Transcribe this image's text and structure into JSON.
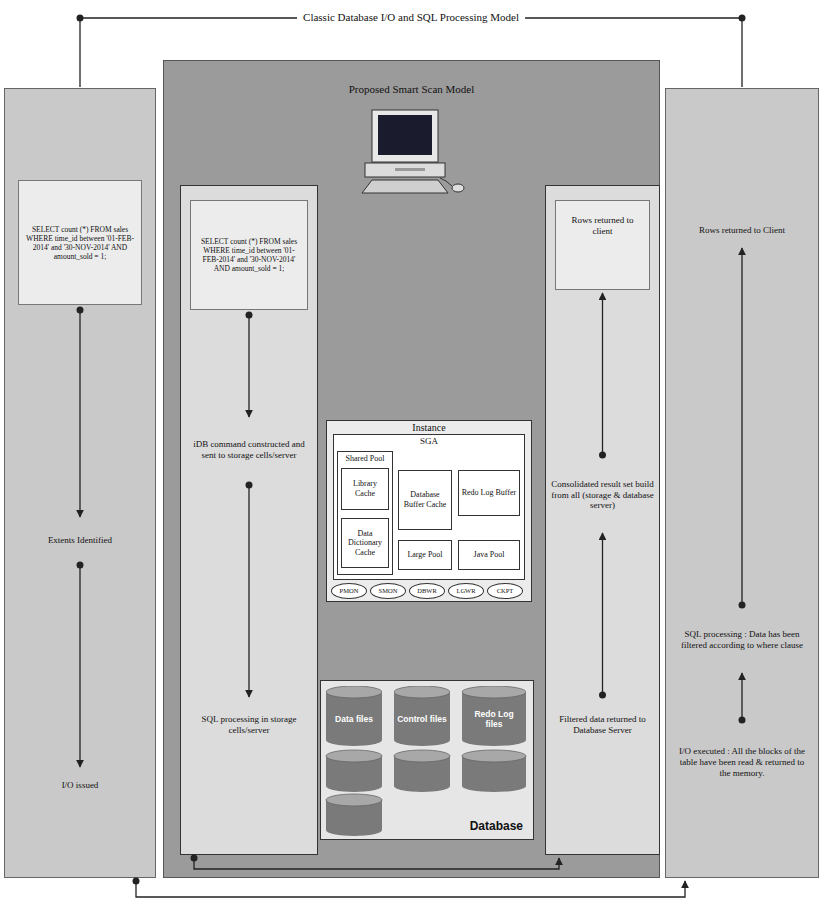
{
  "diagram": {
    "nodes": [
      {
        "text": []
      },
      {
        "text": [
          "SELECT count (*) FROM sales WHERE time_id between '01-FEB-2014' and '30-NOV-2014' AND amount_sold = 1;"
        ],
        "in": 0
      },
      {
        "text": [
          "Extents Identified"
        ],
        "in": 0
      },
      {
        "text": [
          "I/O issued"
        ],
        "in": 0
      },
      {
        "text": [
          "Proposed Smart Scan Model"
        ]
      },
      {
        "text": [],
        "in": 4
      },
      {
        "text": [
          "SELECT count (*) FROM sales WHERE time_id between '01-FEB-2014' and '30-NOV-2014' AND amount_sold = 1;"
        ],
        "in": 5
      },
      {
        "text": [
          "iDB command constructed and sent to storage cells/server"
        ],
        "in": 5
      },
      {
        "text": [
          "SQL processing in storage cells/server"
        ],
        "in": 5
      },
      {
        "text": [
          "Instance"
        ],
        "in": 4
      },
      {
        "text": [
          "SGA"
        ],
        "in": 9
      },
      {
        "text": [
          "Shared Pool"
        ],
        "in": 10
      },
      {
        "text": [
          "Library Cache"
        ],
        "in": 11
      },
      {
        "text": [
          "Data Dictionary Cache"
        ],
        "in": 11
      },
      {
        "text": [
          "Database Buffer Cache"
        ],
        "in": 10
      },
      {
        "text": [
          "Redo Log Buffer"
        ],
        "in": 10
      },
      {
        "text": [
          "Large Pool"
        ],
        "in": 10
      },
      {
        "text": [
          "Java Pool"
        ],
        "in": 10
      },
      {
        "text": [
          "PMON"
        ],
        "in": 9
      },
      {
        "text": [
          "SMON"
        ],
        "in": 9
      },
      {
        "text": [
          "DBWR"
        ],
        "in": 9
      },
      {
        "text": [
          "LGWR"
        ],
        "in": 9
      },
      {
        "text": [
          "CKPT"
        ],
        "in": 9
      },
      {
        "text": [
          "Database"
        ],
        "in": 4
      },
      {
        "text": [
          "Data files"
        ],
        "in": 23
      },
      {
        "text": [
          "Control files"
        ],
        "in": 23
      },
      {
        "text": [
          "Redo Log files"
        ],
        "in": 23
      },
      {
        "text": [],
        "in": 4
      },
      {
        "text": [
          "Rows returned to client"
        ],
        "in": 27
      },
      {
        "text": [
          "Consolidated result set build from all (storage & database server)"
        ],
        "in": 27
      },
      {
        "text": [
          "Filtered data returned to Database Server"
        ],
        "in": 27
      },
      {
        "text": []
      },
      {
        "text": [
          "Rows returned to Client"
        ],
        "in": 31
      },
      {
        "text": [
          "SQL processing : Data has been filtered according to where clause"
        ],
        "in": 31
      },
      {
        "text": [
          "I/O executed : All the blocks of the table have been read & returned to the memory."
        ],
        "in": 31
      }
    ],
    "edges": [
      {
        "from": 1,
        "to": 2,
        "arrow": "to"
      },
      {
        "from": 2,
        "to": 3,
        "arrow": "to"
      },
      {
        "from": 6,
        "to": 7,
        "arrow": "to"
      },
      {
        "from": 7,
        "to": 8,
        "arrow": "to"
      },
      {
        "from": 5,
        "to": 27,
        "arrow": "to"
      },
      {
        "from": 30,
        "to": 29,
        "arrow": "to"
      },
      {
        "from": 29,
        "to": 28,
        "arrow": "to"
      },
      {
        "from": 34,
        "to": 33,
        "arrow": "to"
      },
      {
        "from": 33,
        "to": 32,
        "arrow": "to"
      },
      {
        "from": 0,
        "to": 31,
        "arrow": "to"
      },
      {
        "from": 0,
        "to": 31,
        "arrow": "none",
        "label": "Classic Database I/O and SQL Processing Model"
      }
    ]
  }
}
